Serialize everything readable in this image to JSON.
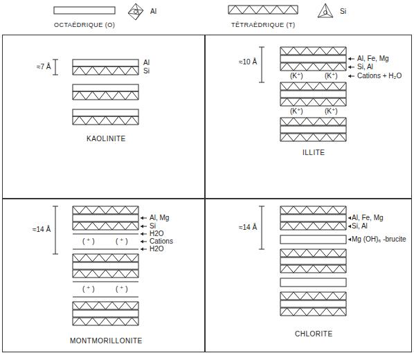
{
  "diagram": {
    "nodes": [
      {
        "text": [
          "KAOLINITE"
        ]
      },
      {
        "text": [
          "ILLITE"
        ]
      },
      {
        "text": [
          "MONTMORILLONITE"
        ]
      },
      {
        "text": [
          "CHLORITE"
        ]
      }
    ],
    "labels": [
      "Al",
      "Si",
      "≈7 Å",
      "Al",
      "Si",
      "≈10 Å",
      "(K⁺)",
      "(K⁺)",
      "(K⁺)",
      "(K⁺)",
      "Al, Fe, Mg",
      "Si, Al",
      "Cations + H₂O",
      "≈14 Å",
      "( ⁺ )",
      "( ⁺ )",
      "( ⁺ )",
      "( ⁺ )",
      "Al, Mg",
      "Si",
      "H2O",
      "Cations",
      "H2O",
      "≈14 Å",
      "Al, Fe, Mg",
      "Si, Al",
      "Mg (OH)₆ -brucite"
    ],
    "legend": [
      {
        "text": "OCTAÉDRIQUE (O)"
      },
      {
        "text": "TÊTRAÈDRIQUE (T)"
      }
    ]
  }
}
